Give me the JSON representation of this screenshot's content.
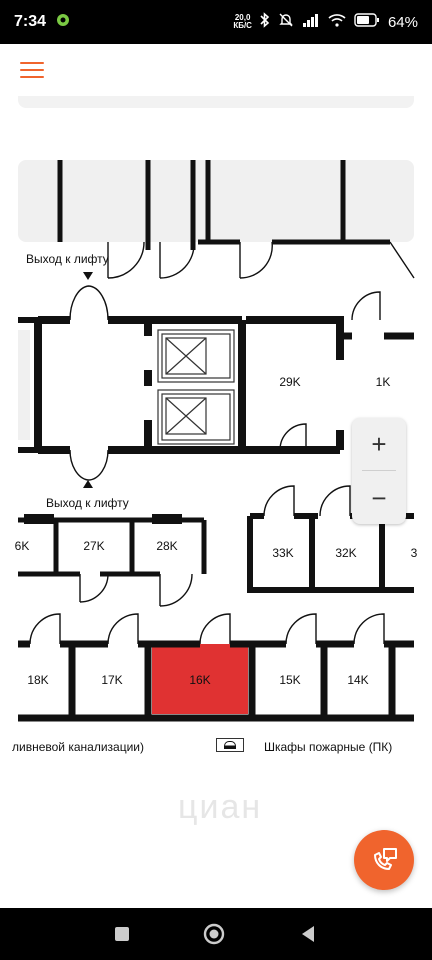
{
  "status_bar": {
    "time": "7:34",
    "net_speed_value": "20,0",
    "net_speed_unit": "КБ/С",
    "battery": "64%"
  },
  "plan": {
    "exit_top": "Выход к лифту",
    "exit_bottom": "Выход к лифту",
    "rooms": {
      "r29": "29K",
      "r1": "1K",
      "r26": "6K",
      "r27": "27K",
      "r28": "28K",
      "r33": "33K",
      "r32": "32K",
      "r3x": "3",
      "r18": "18K",
      "r17": "17K",
      "r16": "16K",
      "r15": "15K",
      "r14": "14K"
    },
    "highlight_color": "#e03232"
  },
  "legend": {
    "drain_label": "ливневой канализации)",
    "cabinets_label": "Шкафы пожарные (ПК)"
  },
  "zoom": {
    "in_label": "+",
    "out_label": "−"
  },
  "watermark": "циан",
  "colors": {
    "accent": "#f0642d"
  }
}
